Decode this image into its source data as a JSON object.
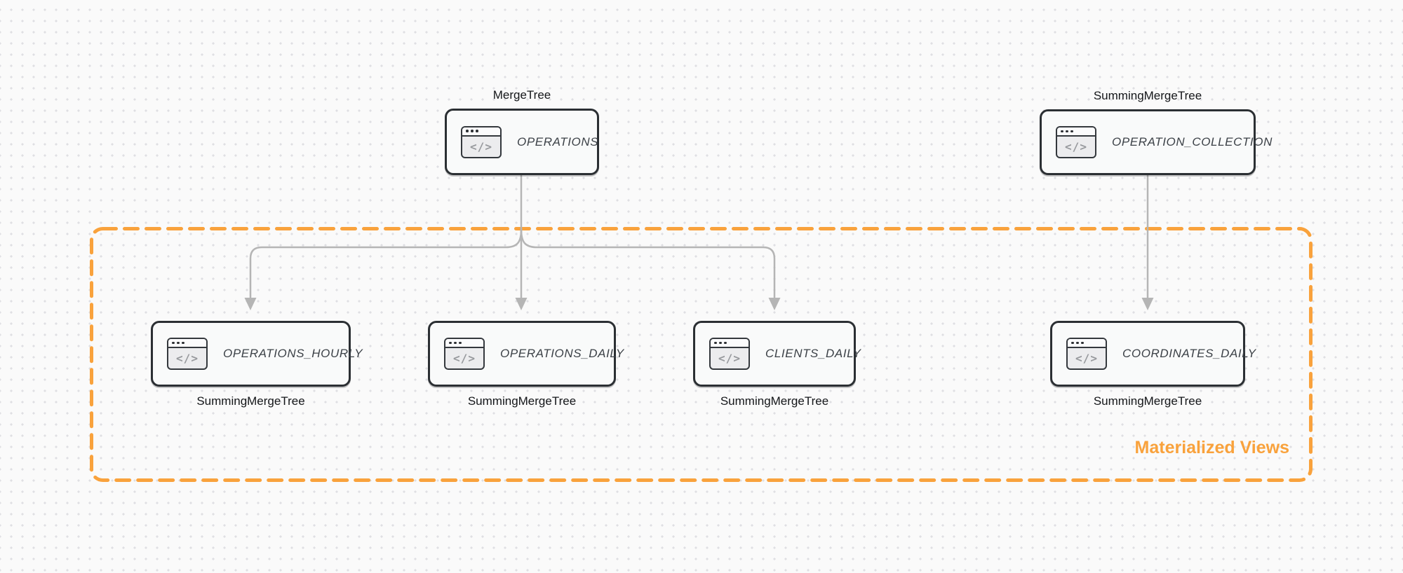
{
  "diagram": {
    "frame_label": "Materialized Views",
    "icon_glyph": "</>",
    "nodes": {
      "operations": {
        "engine": "MergeTree",
        "name": "OPERATIONS"
      },
      "operation_collection": {
        "engine": "SummingMergeTree",
        "name": "OPERATION_COLLECTION"
      },
      "operations_hourly": {
        "engine": "SummingMergeTree",
        "name": "OPERATIONS_HOURLY"
      },
      "operations_daily": {
        "engine": "SummingMergeTree",
        "name": "OPERATIONS_DAILY"
      },
      "clients_daily": {
        "engine": "SummingMergeTree",
        "name": "CLIENTS_DAILY"
      },
      "coordinates_daily": {
        "engine": "SummingMergeTree",
        "name": "COORDINATES_DAILY"
      }
    },
    "colors": {
      "accent_orange": "#F9A23C",
      "arrow_gray": "#B5B5B5",
      "node_border": "#2B2F33",
      "node_fill": "#F9FAFA",
      "canvas": "#FAFAFA"
    }
  }
}
